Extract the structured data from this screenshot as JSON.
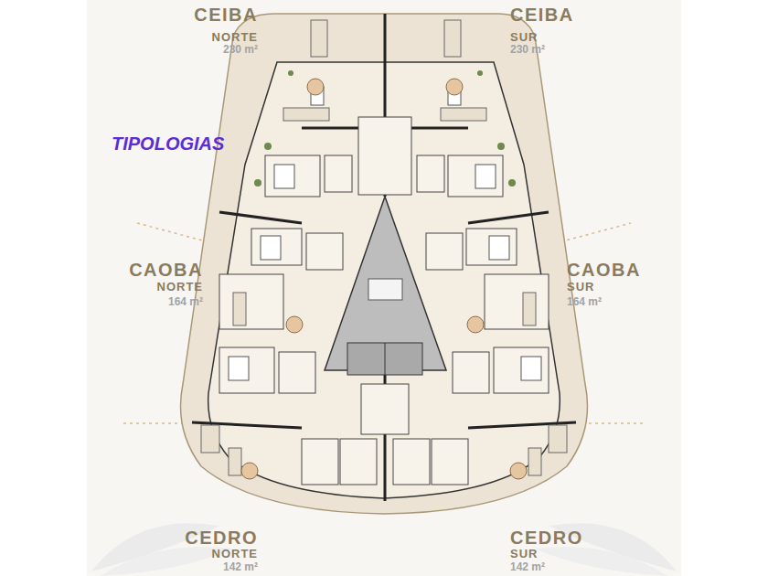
{
  "diagram": {
    "labels": [
      "CEIBA",
      "NORTE",
      "230 m²",
      "CEIBA",
      "SUR",
      "230 m²",
      "TIPOLOGIAS",
      "CAOBA",
      "NORTE",
      "164 m²",
      "CAOBA",
      "SUR",
      "164 m²",
      "CEDRO",
      "NORTE",
      "142 m²",
      "CEDRO",
      "SUR",
      "142 m²"
    ]
  }
}
